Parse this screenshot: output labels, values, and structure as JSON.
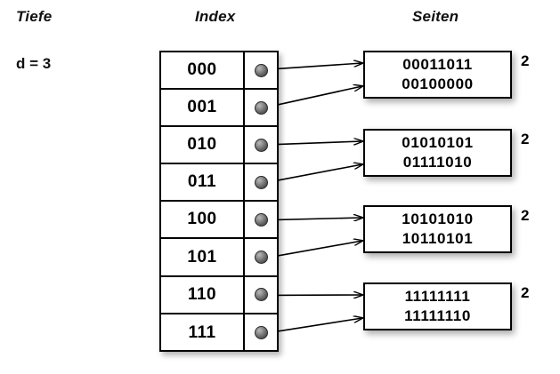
{
  "headings": {
    "depth": "Tiefe",
    "index": "Index",
    "pages": "Seiten"
  },
  "depth": {
    "label": "d = 3"
  },
  "index": {
    "rows": [
      {
        "key": "000",
        "pointer": "pointer-dot-icon",
        "target_page": 0
      },
      {
        "key": "001",
        "pointer": "pointer-dot-icon",
        "target_page": 0
      },
      {
        "key": "010",
        "pointer": "pointer-dot-icon",
        "target_page": 1
      },
      {
        "key": "011",
        "pointer": "pointer-dot-icon",
        "target_page": 1
      },
      {
        "key": "100",
        "pointer": "pointer-dot-icon",
        "target_page": 2
      },
      {
        "key": "101",
        "pointer": "pointer-dot-icon",
        "target_page": 2
      },
      {
        "key": "110",
        "pointer": "pointer-dot-icon",
        "target_page": 3
      },
      {
        "key": "111",
        "pointer": "pointer-dot-icon",
        "target_page": 3
      }
    ]
  },
  "pages": [
    {
      "line1": "00011011",
      "line2": "00100000",
      "local_depth": "2"
    },
    {
      "line1": "01010101",
      "line2": "01111010",
      "local_depth": "2"
    },
    {
      "line1": "10101010",
      "line2": "10110101",
      "local_depth": "2"
    },
    {
      "line1": "11111111",
      "line2": "11111110",
      "local_depth": "2"
    }
  ],
  "colors": {
    "background": "#ffffff",
    "stroke": "#000000",
    "text": "#111111",
    "pointer_dot": "#5c5c5c"
  }
}
